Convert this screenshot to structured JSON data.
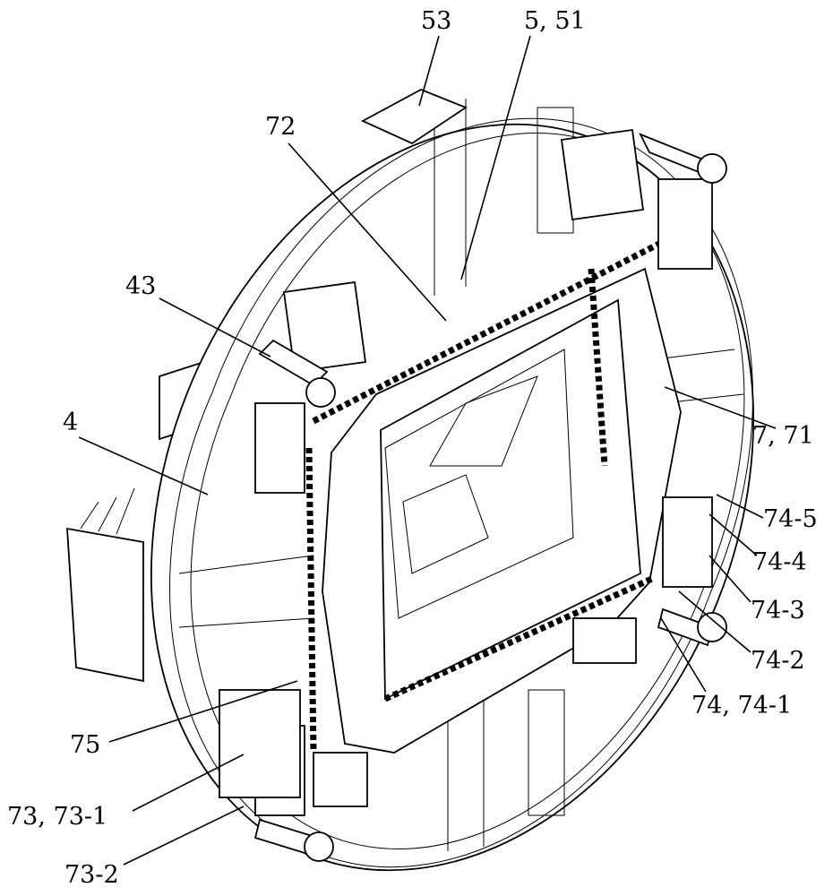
{
  "figure": {
    "labels": {
      "l53": "53",
      "l5_51": "5, 51",
      "l72": "72",
      "l43": "43",
      "l4": "4",
      "l7_71": "7, 71",
      "l74_5": "74-5",
      "l74_4": "74-4",
      "l74_3": "74-3",
      "l74_2": "74-2",
      "l74_74_1": "74, 74-1",
      "l75": "75",
      "l73_73_1": "73, 73-1",
      "l73_2": "73-2"
    }
  }
}
